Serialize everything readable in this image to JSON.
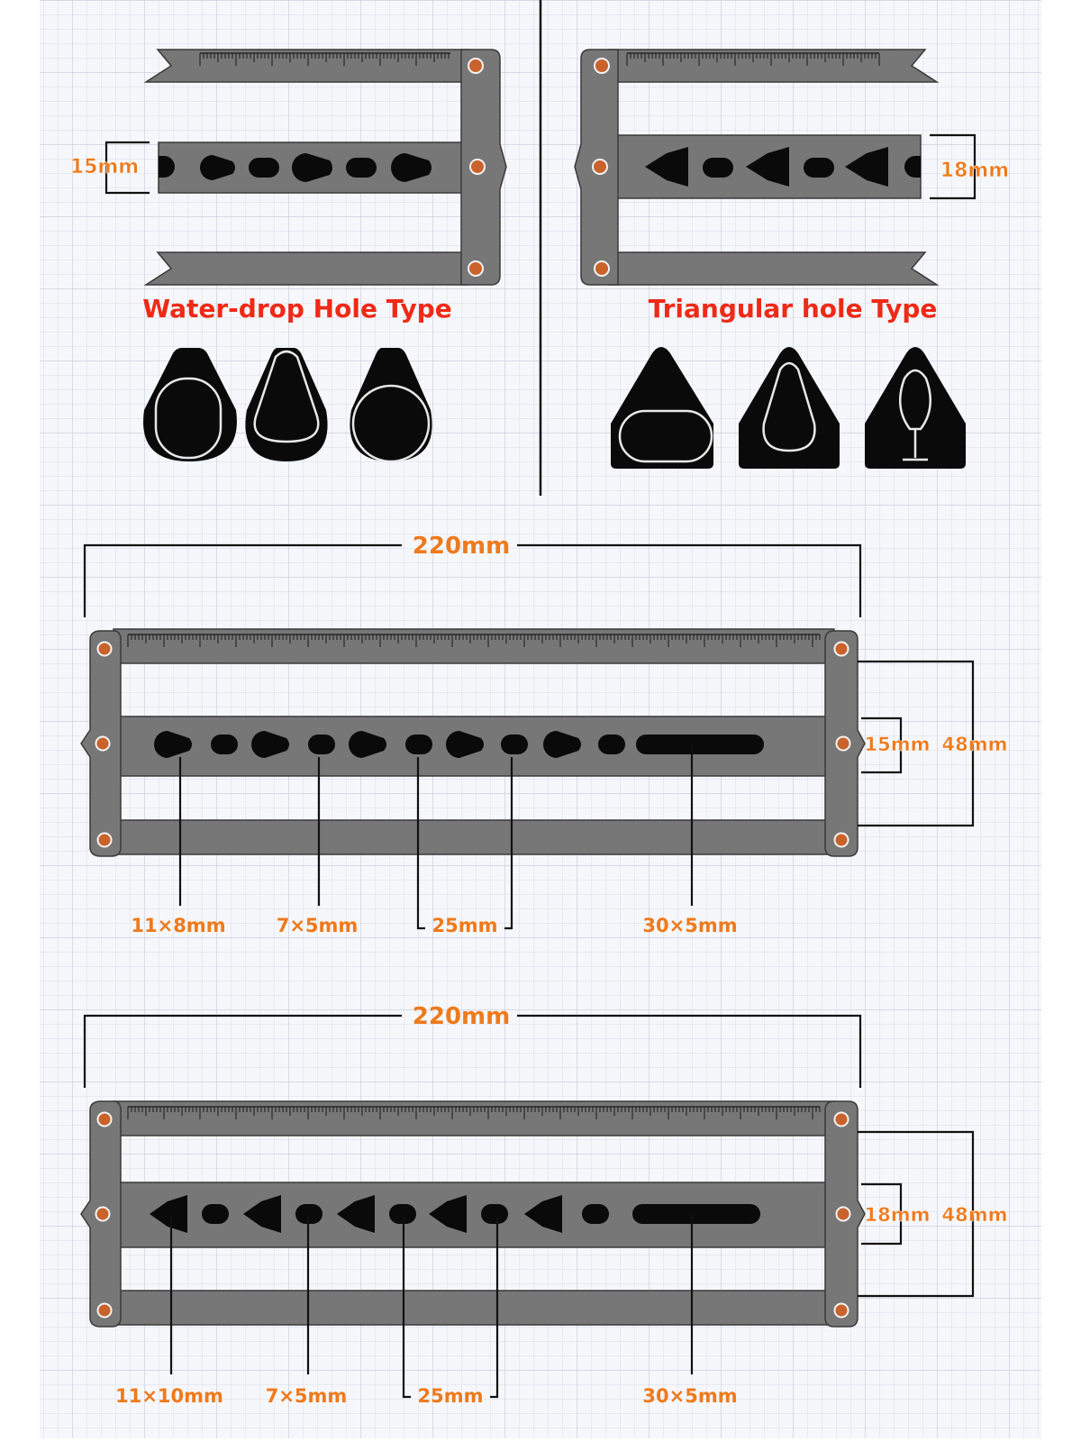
{
  "colors": {
    "orange": "#ee7a1c",
    "red": "#ee2a17",
    "metal": "#777777",
    "rivet": "#c9622b",
    "hole": "#0a0a0a",
    "grid": "#d7dbe9",
    "background": "#f6f7fb"
  },
  "top_left": {
    "width_label": "15mm",
    "title": "Water-drop Hole Type",
    "samples": [
      "drop-oval",
      "drop-teardrop",
      "drop-circle"
    ]
  },
  "top_right": {
    "width_label": "18mm",
    "title": "Triangular hole Type",
    "samples": [
      "triangle-oval",
      "triangle-teardrop",
      "triangle-keyhole"
    ]
  },
  "ruler_1": {
    "length_label": "220mm",
    "slot_width_label": "15mm",
    "height_label": "48mm",
    "callouts": [
      "11×8mm",
      "7×5mm",
      "25mm",
      "30×5mm"
    ]
  },
  "ruler_2": {
    "length_label": "220mm",
    "slot_width_label": "18mm",
    "height_label": "48mm",
    "callouts": [
      "11×10mm",
      "7×5mm",
      "25mm",
      "30×5mm"
    ]
  }
}
